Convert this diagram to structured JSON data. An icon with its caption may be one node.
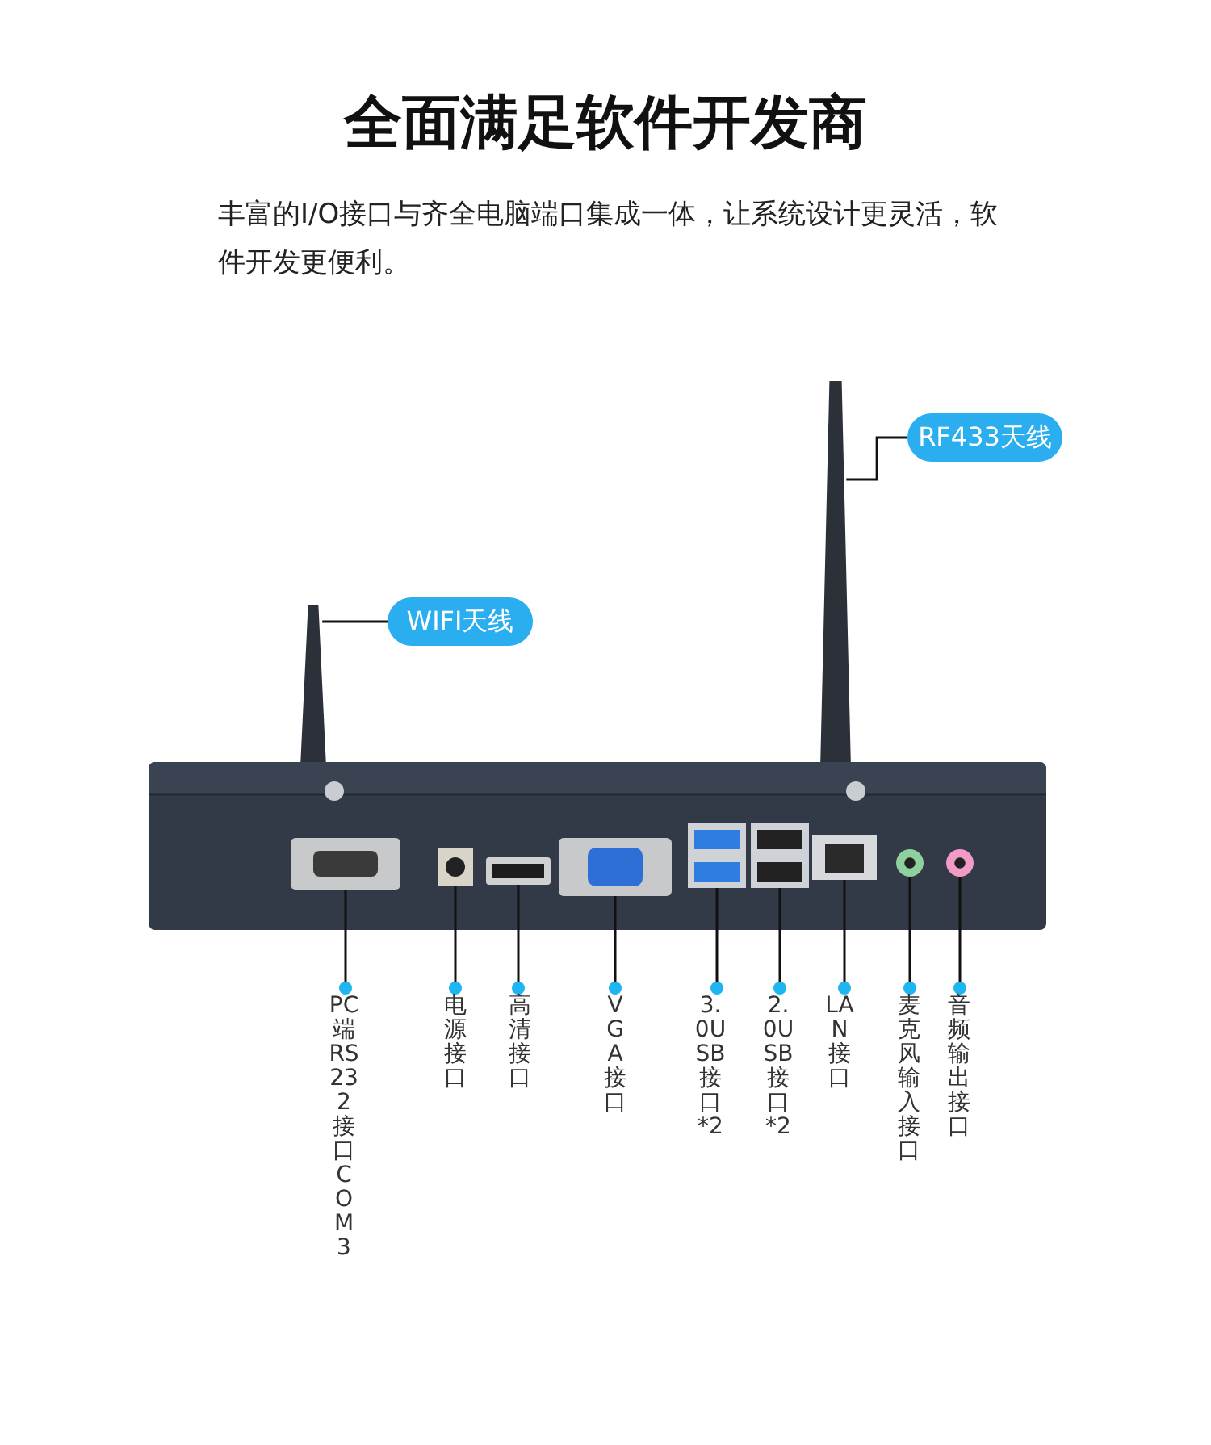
{
  "diagram": {
    "title": "全面满足软件开发商",
    "nodes": [
      {
        "text": [
          "RF433天线"
        ]
      },
      {
        "text": [],
        "shape": "picture"
      },
      {
        "text": [
          "WIFI天线"
        ]
      },
      {
        "text": [],
        "shape": "picture"
      },
      {
        "text": [],
        "shape": "picture"
      },
      {
        "text": [],
        "shape": "picture",
        "in": 4
      },
      {
        "text": [],
        "shape": "picture",
        "in": 4
      },
      {
        "text": [],
        "shape": "picture",
        "in": 4
      },
      {
        "text": [],
        "shape": "picture",
        "in": 4
      },
      {
        "text": [],
        "shape": "picture",
        "in": 4
      },
      {
        "text": [],
        "shape": "picture",
        "in": 4
      },
      {
        "text": [],
        "shape": "picture",
        "in": 4
      },
      {
        "text": [],
        "shape": "picture",
        "in": 4
      },
      {
        "text": [],
        "shape": "picture",
        "in": 4
      },
      {
        "text": [
          "PC端RS232接口COM3"
        ]
      },
      {
        "text": [
          "电源接口"
        ]
      },
      {
        "text": [
          "高清接口"
        ]
      },
      {
        "text": [
          "VGA接口"
        ]
      },
      {
        "text": [
          "3.0USB接口*2"
        ]
      },
      {
        "text": [
          "2.0USB接口*2"
        ]
      },
      {
        "text": [
          "LAN接口"
        ]
      },
      {
        "text": [
          "麦克风输入接口"
        ]
      },
      {
        "text": [
          "音频输出接口"
        ]
      }
    ],
    "edges": [
      {
        "from": 0,
        "to": 1,
        "arrow": "none"
      },
      {
        "from": 2,
        "to": 3,
        "arrow": "none"
      },
      {
        "from": 14,
        "to": 5,
        "arrow": "other"
      },
      {
        "from": 15,
        "to": 6,
        "arrow": "other"
      },
      {
        "from": 16,
        "to": 7,
        "arrow": "other"
      },
      {
        "from": 17,
        "to": 8,
        "arrow": "other"
      },
      {
        "from": 18,
        "to": 9,
        "arrow": "other"
      },
      {
        "from": 19,
        "to": 10,
        "arrow": "other"
      },
      {
        "from": 20,
        "to": 11,
        "arrow": "other"
      },
      {
        "from": 21,
        "to": 12,
        "arrow": "other"
      },
      {
        "from": 22,
        "to": 13,
        "arrow": "other"
      }
    ],
    "labels": [
      "丰富的I/O接口与齐全电脑端口集成一体，让系统设计更灵活，软件开发更便利。"
    ]
  }
}
